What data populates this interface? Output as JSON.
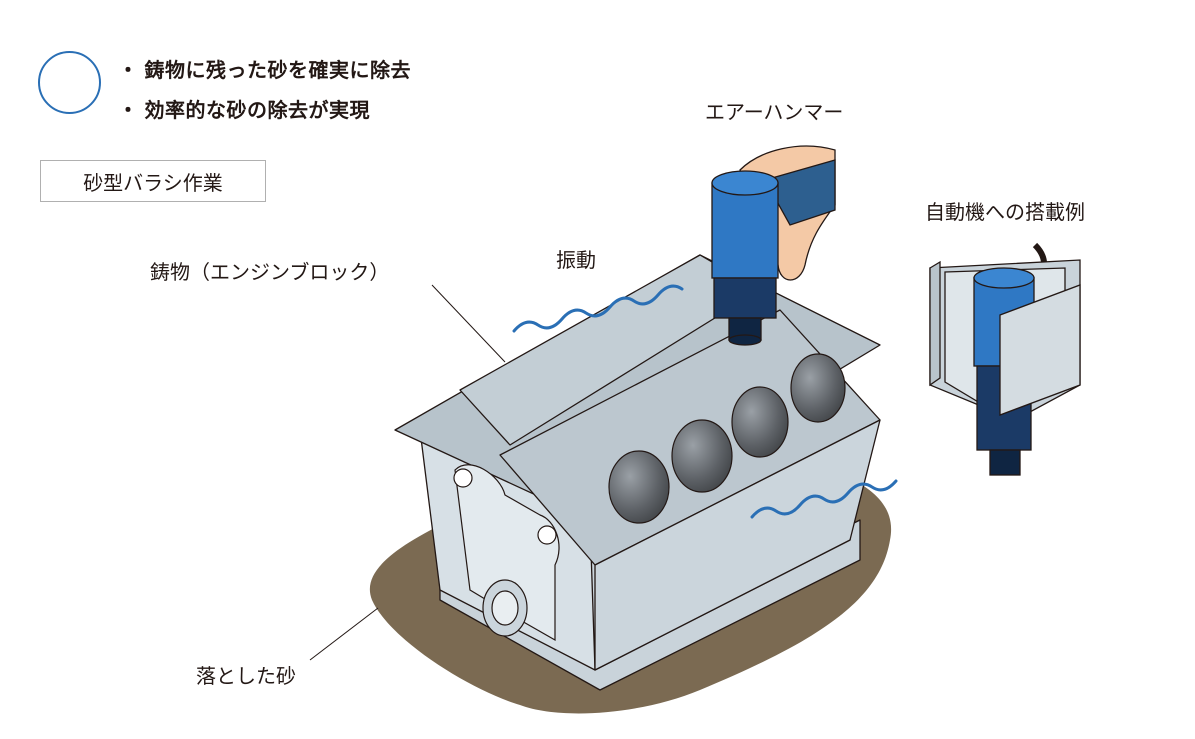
{
  "benefits": [
    "鋳物に残った砂を確実に除去",
    "効率的な砂の除去が実現"
  ],
  "bullet": "・",
  "task_label": "砂型バラシ作業",
  "labels": {
    "air_hammer": "エアーハンマー",
    "auto_mount": "自動機への搭載例",
    "casting": "鋳物（エンジンブロック）",
    "vibration": "振動",
    "fallen_sand": "落とした砂"
  },
  "colors": {
    "accent_blue": "#2a6fb5",
    "hammer_blue": "#2f78c4",
    "hammer_dark": "#1b3a66",
    "block_light": "#d7e0e6",
    "block_mid": "#b7c3cb",
    "sand": "#7b6a52",
    "skin": "#f4c9a6"
  }
}
